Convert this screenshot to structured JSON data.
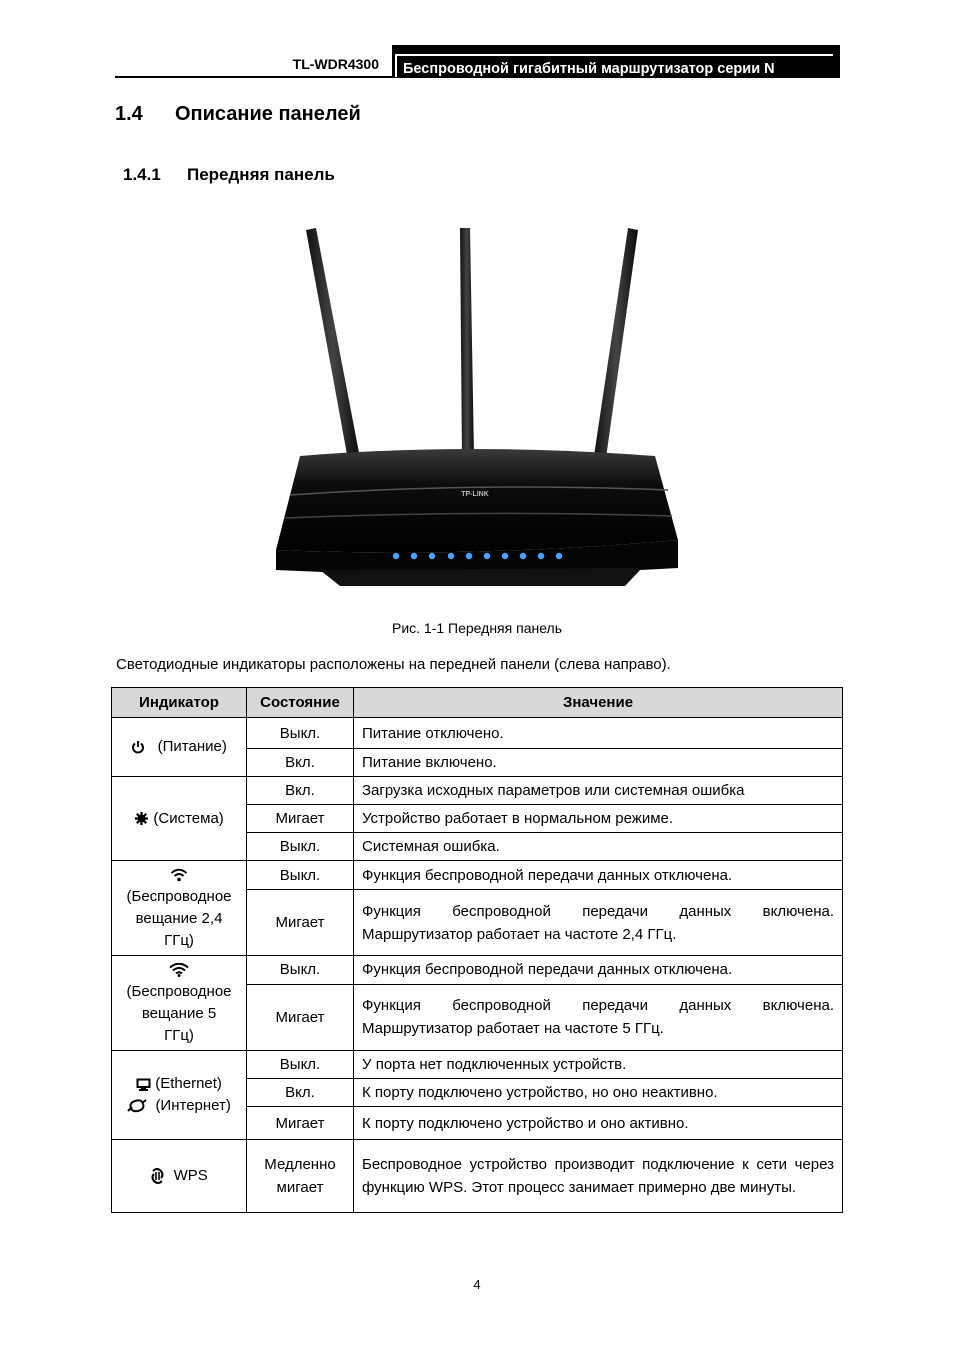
{
  "header": {
    "model": "TL-WDR4300",
    "series": "Беспроводной гигабитный маршрутизатор серии N"
  },
  "section": {
    "number": "1.4",
    "title": "Описание панелей"
  },
  "subsection": {
    "number": "1.4.1",
    "title": "Передняя панель"
  },
  "figure": {
    "caption": "Рис. 1-1 Передняя панель",
    "brand_logo": "TP-LINK"
  },
  "intro": "Светодиодные индикаторы расположены на передней панели (слева направо).",
  "table": {
    "headers": [
      "Индикатор",
      "Состояние",
      "Значение"
    ],
    "groups": [
      {
        "icon": "power-icon",
        "label": "(Питание)",
        "rows": [
          {
            "state": "Выкл.",
            "meaning": "Питание отключено."
          },
          {
            "state": "Вкл.",
            "meaning": "Питание включено."
          }
        ]
      },
      {
        "icon": "system-gear-icon",
        "label": "(Система)",
        "rows": [
          {
            "state": "Вкл.",
            "meaning": "Загрузка исходных параметров или системная ошибка"
          },
          {
            "state": "Мигает",
            "meaning": "Устройство работает в нормальном режиме."
          },
          {
            "state": "Выкл.",
            "meaning": "Системная ошибка."
          }
        ]
      },
      {
        "icon": "wireless-icon",
        "label1": "(Беспроводное",
        "label2": "вещание 2,4",
        "label3": "ГГц)",
        "rows": [
          {
            "state": "Выкл.",
            "meaning": "Функция беспроводной передачи данных отключена."
          },
          {
            "state": "Мигает",
            "meaning": "Функция беспроводной передачи данных включена. Маршрутизатор работает на частоте 2,4 ГГц."
          }
        ]
      },
      {
        "icon": "wireless-icon",
        "label1": "(Беспроводное",
        "label2": "вещание 5",
        "label3": "ГГц)",
        "rows": [
          {
            "state": "Выкл.",
            "meaning": "Функция беспроводной передачи данных отключена."
          },
          {
            "state": "Мигает",
            "meaning": "Функция беспроводной передачи данных включена. Маршрутизатор работает на частоте 5 ГГц."
          }
        ]
      },
      {
        "icon": "ethernet-icon",
        "icon2": "internet-icon",
        "label1": "(Ethernet)",
        "label2": "(Интернет)",
        "rows": [
          {
            "state": "Выкл.",
            "meaning": "У порта нет подключенных устройств."
          },
          {
            "state": "Вкл.",
            "meaning": "К порту подключено устройство, но оно неактивно."
          },
          {
            "state": "Мигает",
            "meaning": "К порту подключено устройство и оно активно."
          }
        ]
      },
      {
        "icon": "wps-icon",
        "label": "WPS",
        "rows": [
          {
            "state1": "Медленно",
            "state2": "мигает",
            "meaning": "Беспроводное устройство производит подключение к сети через функцию WPS. Этот процесс занимает примерно две минуты."
          }
        ]
      }
    ]
  },
  "page_number": "4"
}
